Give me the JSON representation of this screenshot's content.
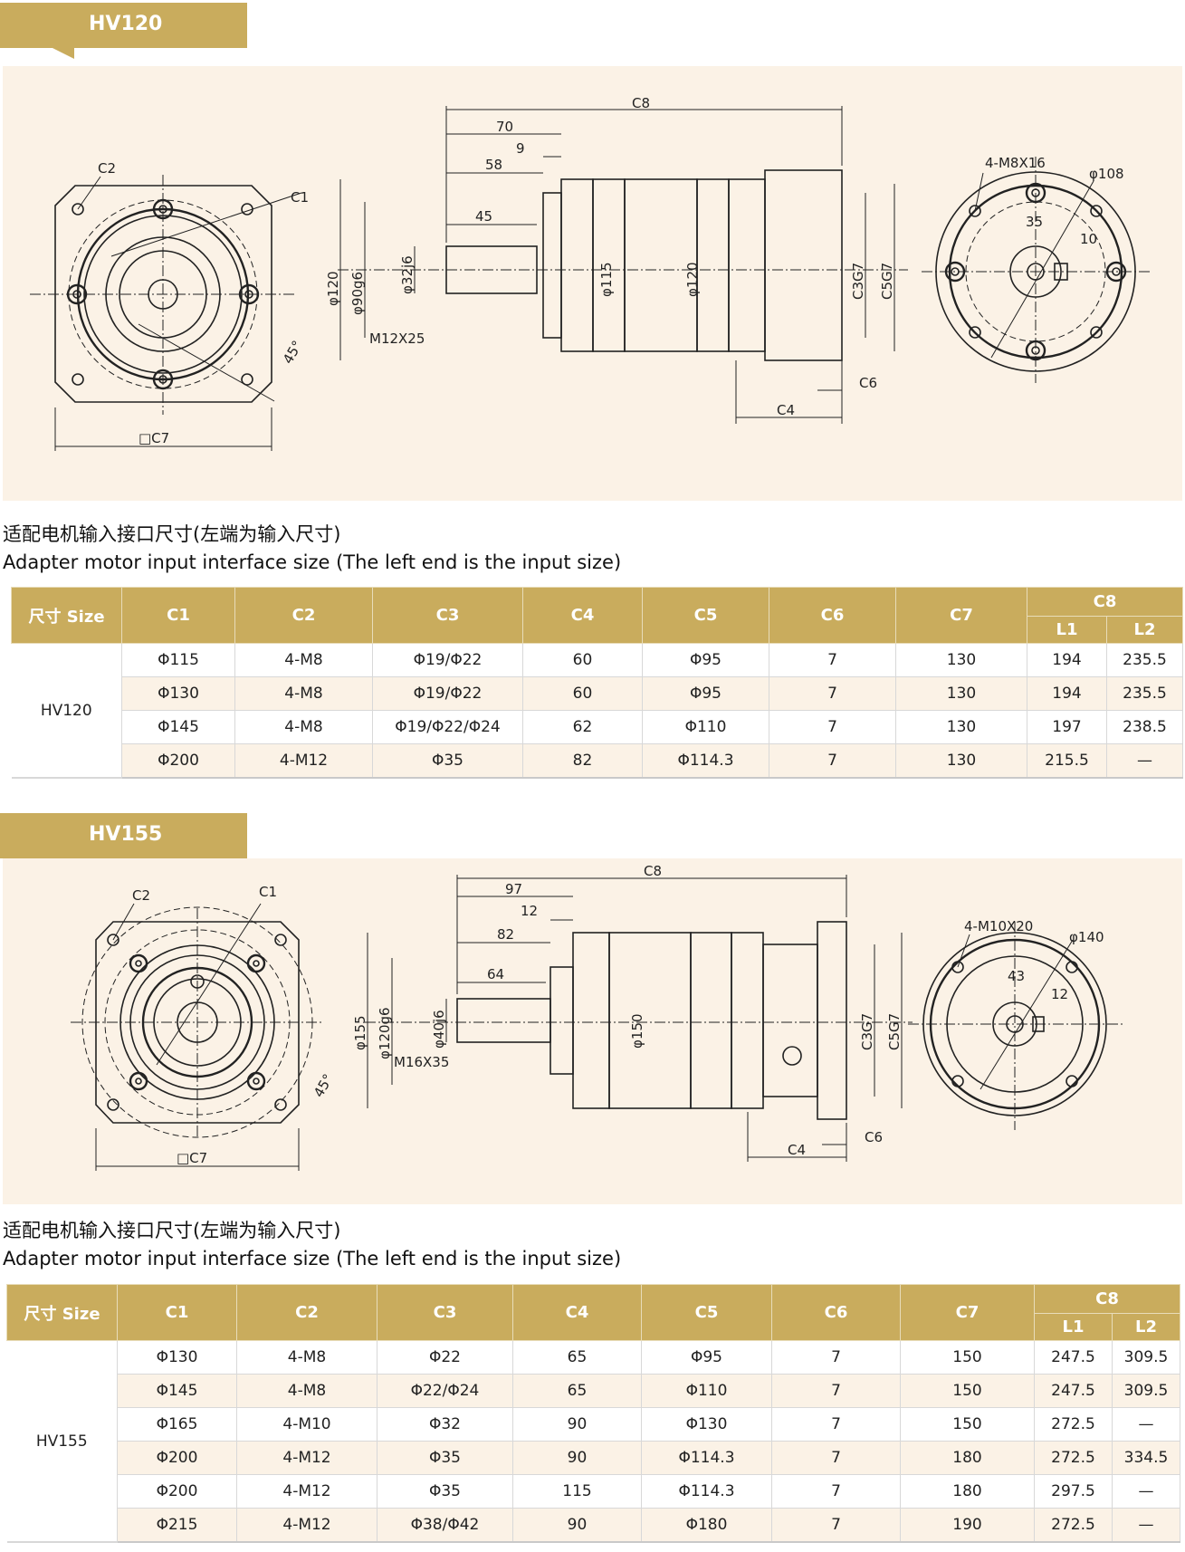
{
  "sections": [
    {
      "model": "HV120",
      "drawing": {
        "labels": [
          "C2",
          "C1",
          "45°",
          "□C7",
          "C8",
          "70",
          "9",
          "58",
          "45",
          "φ120",
          "φ90g6",
          "φ32j6",
          "M12X25",
          "φ115",
          "φ120",
          "C3G7",
          "C5G7",
          "C6",
          "C4",
          "4-M8X16",
          "φ108",
          "35",
          "10"
        ]
      },
      "caption_cn": "适配电机输入接口尺寸(左端为输入尺寸)",
      "caption_en": "Adapter motor input interface size (The left end is the input size)",
      "headers": {
        "size": "尺寸 Size",
        "c1": "C1",
        "c2": "C2",
        "c3": "C3",
        "c4": "C4",
        "c5": "C5",
        "c6": "C6",
        "c7": "C7",
        "c8": "C8",
        "l1": "L1",
        "l2": "L2"
      },
      "size_label": "HV120",
      "rows": [
        [
          "Φ115",
          "4-M8",
          "Φ19/Φ22",
          "60",
          "Φ95",
          "7",
          "130",
          "194",
          "235.5"
        ],
        [
          "Φ130",
          "4-M8",
          "Φ19/Φ22",
          "60",
          "Φ95",
          "7",
          "130",
          "194",
          "235.5"
        ],
        [
          "Φ145",
          "4-M8",
          "Φ19/Φ22/Φ24",
          "62",
          "Φ110",
          "7",
          "130",
          "197",
          "238.5"
        ],
        [
          "Φ200",
          "4-M12",
          "Φ35",
          "82",
          "Φ114.3",
          "7",
          "130",
          "215.5",
          "—"
        ]
      ]
    },
    {
      "model": "HV155",
      "drawing": {
        "labels": [
          "C2",
          "C1",
          "45°",
          "□C7",
          "C8",
          "97",
          "12",
          "82",
          "64",
          "φ155",
          "φ120g6",
          "φ40j6",
          "M16X35",
          "φ150",
          "C3G7",
          "C5G7",
          "C6",
          "C4",
          "4-M10X20",
          "φ140",
          "43",
          "12"
        ]
      },
      "caption_cn": "适配电机输入接口尺寸(左端为输入尺寸)",
      "caption_en": "Adapter motor input interface size (The left end is the input size)",
      "headers": {
        "size": "尺寸 Size",
        "c1": "C1",
        "c2": "C2",
        "c3": "C3",
        "c4": "C4",
        "c5": "C5",
        "c6": "C6",
        "c7": "C7",
        "c8": "C8",
        "l1": "L1",
        "l2": "L2"
      },
      "size_label": "HV155",
      "rows": [
        [
          "Φ130",
          "4-M8",
          "Φ22",
          "65",
          "Φ95",
          "7",
          "150",
          "247.5",
          "309.5"
        ],
        [
          "Φ145",
          "4-M8",
          "Φ22/Φ24",
          "65",
          "Φ110",
          "7",
          "150",
          "247.5",
          "309.5"
        ],
        [
          "Φ165",
          "4-M10",
          "Φ32",
          "90",
          "Φ130",
          "7",
          "150",
          "272.5",
          "—"
        ],
        [
          "Φ200",
          "4-M12",
          "Φ35",
          "90",
          "Φ114.3",
          "7",
          "180",
          "272.5",
          "334.5"
        ],
        [
          "Φ200",
          "4-M12",
          "Φ35",
          "115",
          "Φ114.3",
          "7",
          "180",
          "297.5",
          "—"
        ],
        [
          "Φ215",
          "4-M12",
          "Φ38/Φ42",
          "90",
          "Φ180",
          "7",
          "190",
          "272.5",
          "—"
        ]
      ]
    }
  ]
}
